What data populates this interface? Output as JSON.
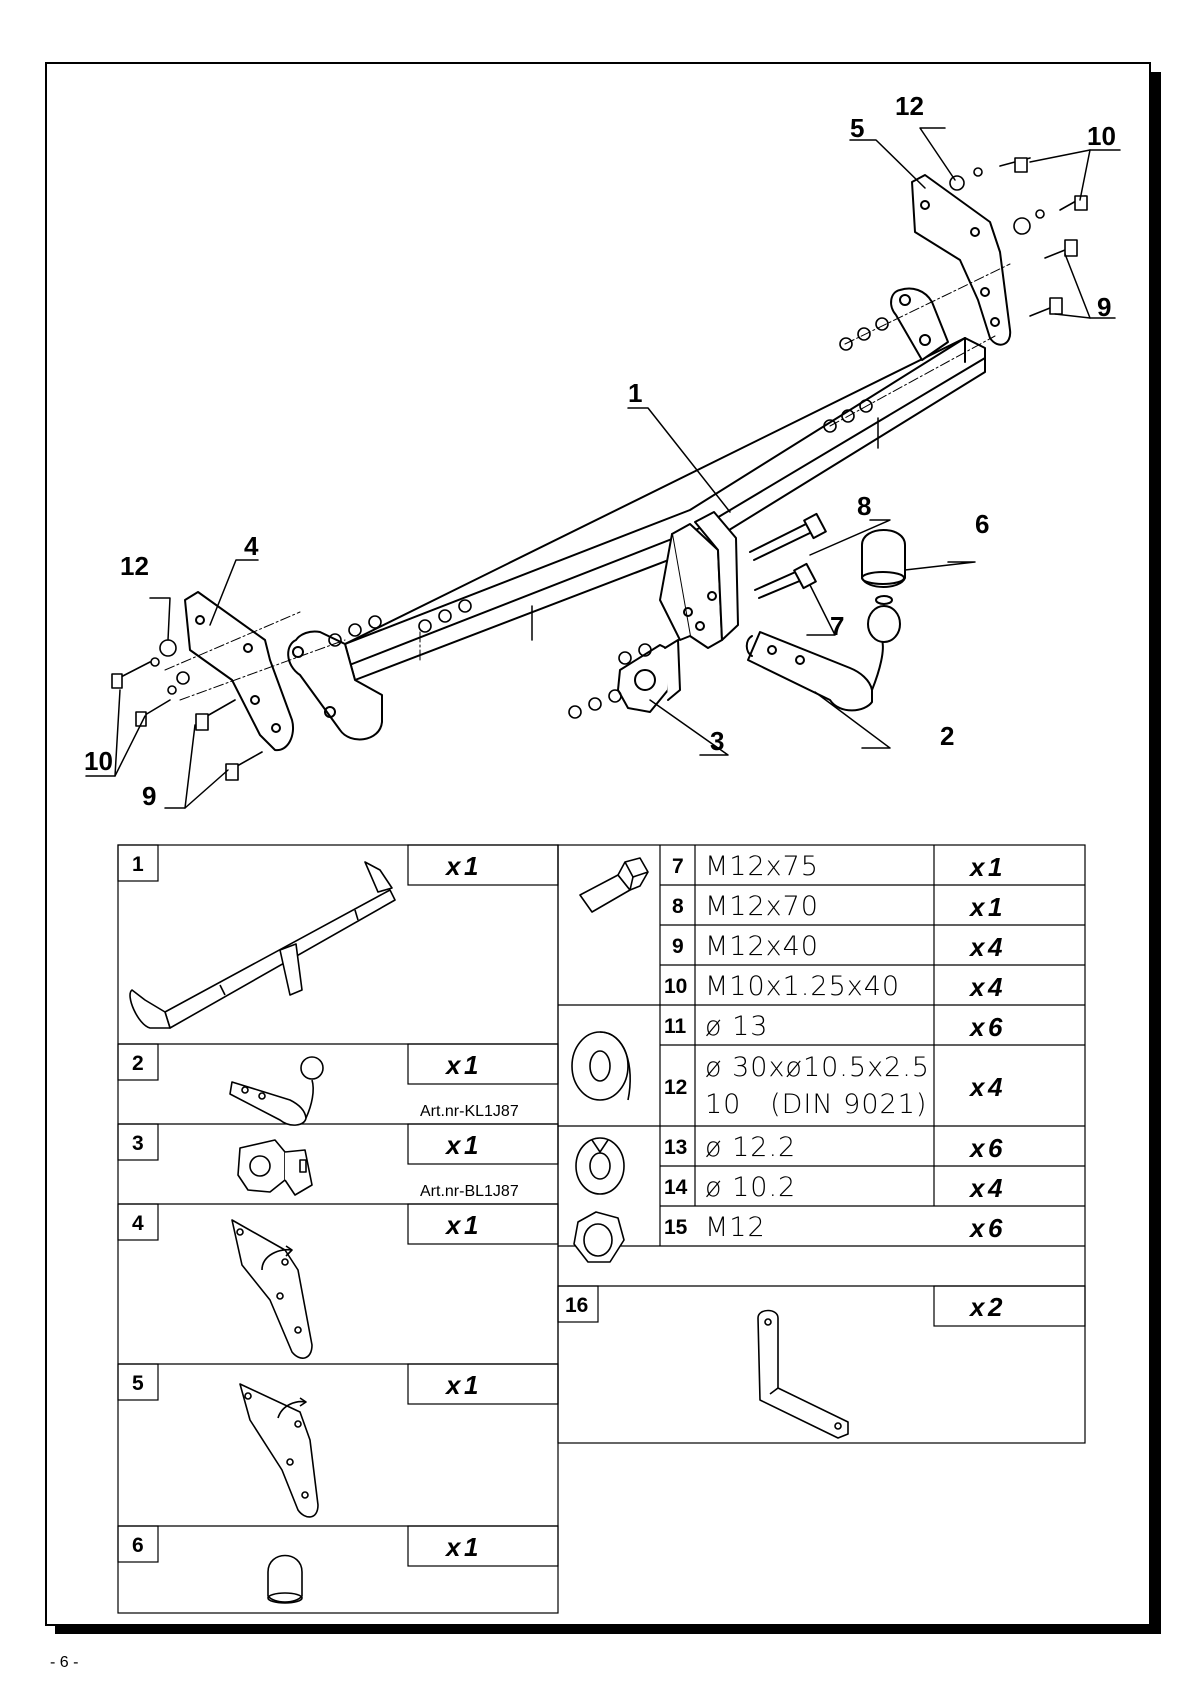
{
  "page": {
    "number": "- 6 -"
  },
  "diagram": {
    "callouts": {
      "c1": "1",
      "c2": "2",
      "c3": "3",
      "c4": "4",
      "c5": "5",
      "c6": "6",
      "c7": "7",
      "c8": "8",
      "c9_left": "9",
      "c9_right": "9",
      "c10_left": "10",
      "c10_right": "10",
      "c12_left": "12",
      "c12_right": "12"
    }
  },
  "parts_left": [
    {
      "num": "1",
      "qty_prefix": "x",
      "qty_num": "1",
      "art": ""
    },
    {
      "num": "2",
      "qty_prefix": "x",
      "qty_num": "1",
      "art": "Art.nr-KL1J87"
    },
    {
      "num": "3",
      "qty_prefix": "x",
      "qty_num": "1",
      "art": "Art.nr-BL1J87"
    },
    {
      "num": "4",
      "qty_prefix": "x",
      "qty_num": "1",
      "art": ""
    },
    {
      "num": "5",
      "qty_prefix": "x",
      "qty_num": "1",
      "art": ""
    },
    {
      "num": "6",
      "qty_prefix": "x",
      "qty_num": "1",
      "art": ""
    }
  ],
  "parts_right": [
    {
      "num": "7",
      "spec": "M12x75",
      "qty_prefix": "x",
      "qty_num": "1"
    },
    {
      "num": "8",
      "spec": "M12x70",
      "qty_prefix": "x",
      "qty_num": "1"
    },
    {
      "num": "9",
      "spec": "M12x40",
      "qty_prefix": "x",
      "qty_num": "4"
    },
    {
      "num": "10",
      "spec": "M10x1.25x40",
      "qty_prefix": "x",
      "qty_num": "4"
    },
    {
      "num": "11",
      "spec": "ø 13",
      "qty_prefix": "x",
      "qty_num": "6"
    },
    {
      "num": "12",
      "spec": "ø 30xø10.5x2.5",
      "spec2": "10   (DIN 9021)",
      "qty_prefix": "x",
      "qty_num": "4"
    },
    {
      "num": "13",
      "spec": "ø 12.2",
      "qty_prefix": "x",
      "qty_num": "6"
    },
    {
      "num": "14",
      "spec": "ø 10.2",
      "qty_prefix": "x",
      "qty_num": "4"
    },
    {
      "num": "15",
      "spec": "M12",
      "qty_prefix": "x",
      "qty_num": "6"
    },
    {
      "num": "16",
      "spec": "",
      "qty_prefix": "x",
      "qty_num": "2"
    }
  ]
}
